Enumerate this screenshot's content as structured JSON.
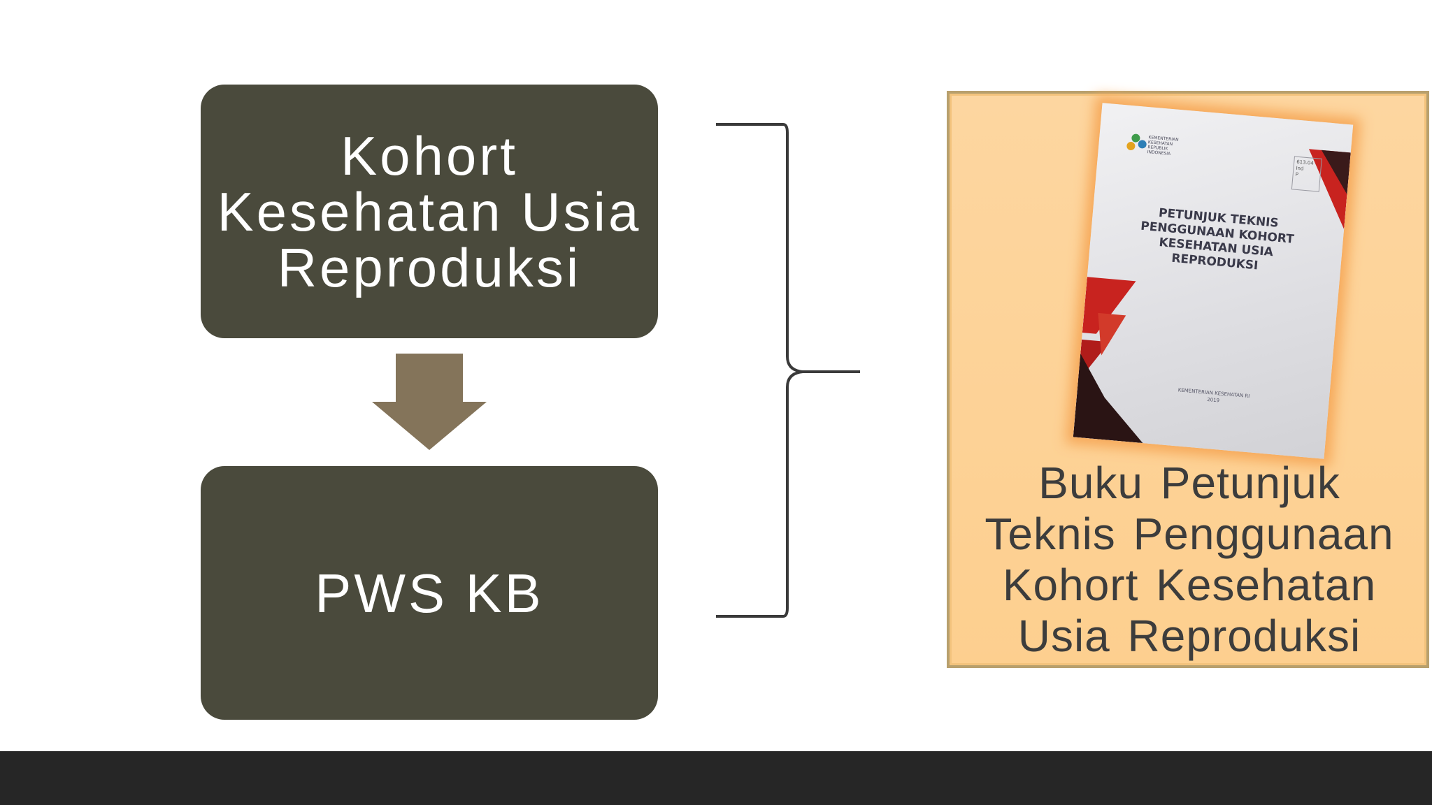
{
  "flow": {
    "top_box": "Kohort\nKesehatan Usia\nReproduksi",
    "bottom_box": "PWS KB"
  },
  "reference": {
    "caption": "Buku Petunjuk\nTeknis Penggunaan\nKohort Kesehatan\nUsia Reproduksi",
    "book_title": "PETUNJUK TEKNIS\nPENGGUNAAN KOHORT\nKESEHATAN USIA\nREPRODUKSI"
  },
  "colors": {
    "box": "#4a4a3c",
    "arrow": "#84745a",
    "panel": "#fdd6a0",
    "book_red": "#c8231f",
    "footer": "#262626"
  }
}
